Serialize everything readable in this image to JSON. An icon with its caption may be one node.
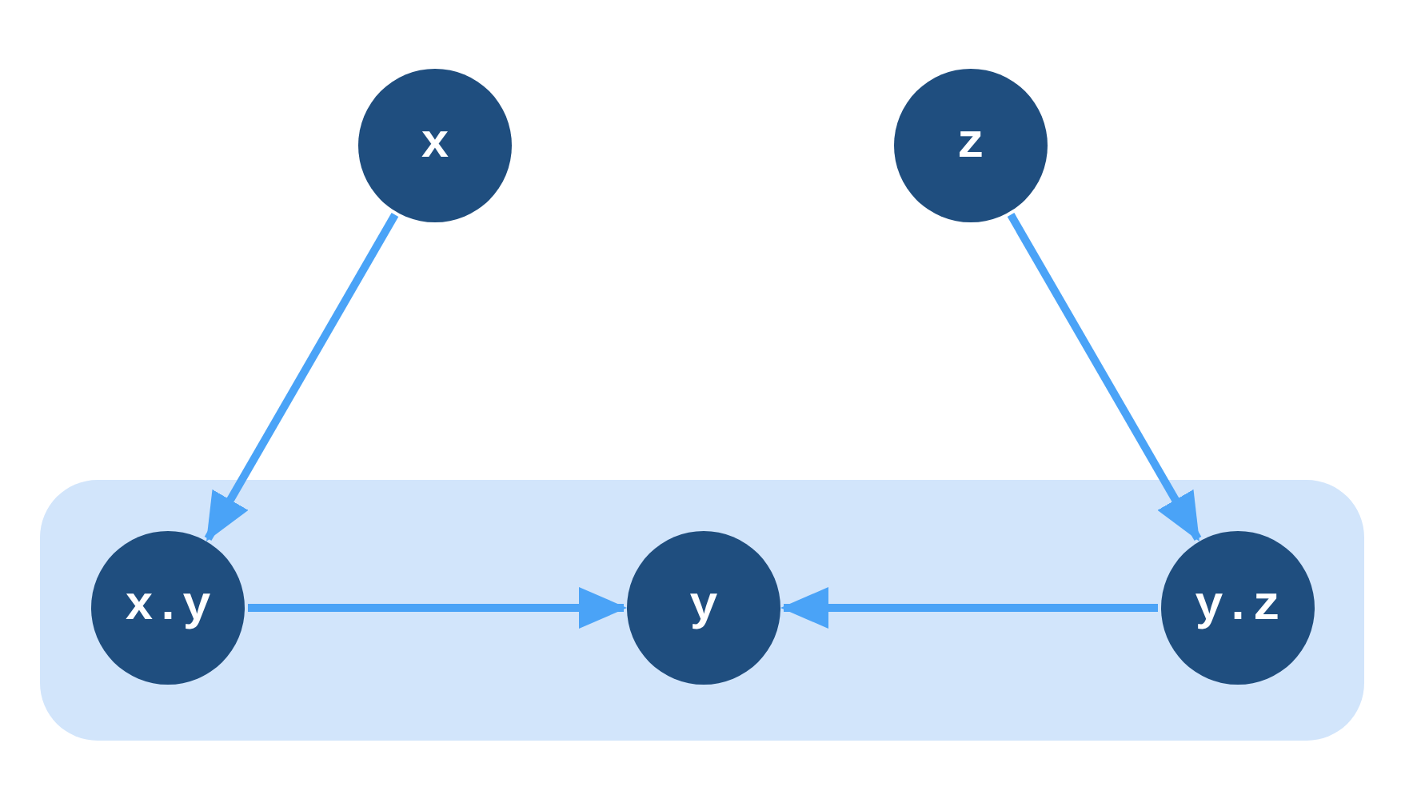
{
  "diagram": {
    "nodes": [
      {
        "text": [
          "x"
        ]
      },
      {
        "text": [
          "z"
        ]
      },
      {
        "text": [],
        "shape": "box"
      },
      {
        "text": [
          "x.y"
        ],
        "in": 2
      },
      {
        "text": [
          "y"
        ],
        "in": 2
      },
      {
        "text": [
          "y.z"
        ],
        "in": 2
      }
    ],
    "edges": [
      {
        "from": 0,
        "to": 3,
        "arrow": "to"
      },
      {
        "from": 1,
        "to": 5,
        "arrow": "to"
      },
      {
        "from": 3,
        "to": 4,
        "arrow": "to"
      },
      {
        "from": 5,
        "to": 4,
        "arrow": "to"
      }
    ]
  }
}
